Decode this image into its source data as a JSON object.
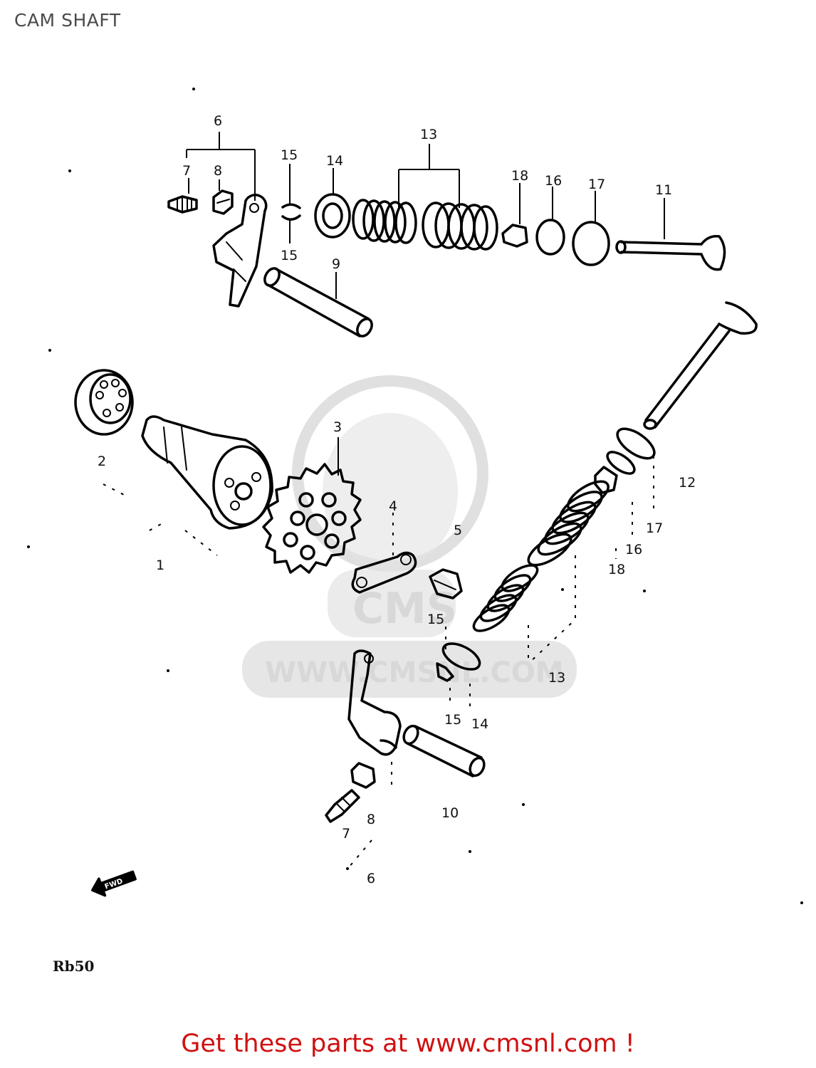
{
  "header": {
    "title": "CAM SHAFT"
  },
  "footer": {
    "text": "Get these parts at www.cmsnl.com !"
  },
  "watermark": {
    "text": "WWW.CMSNL.COM",
    "logo_text": "CMS"
  },
  "diagram": {
    "model_code": "Rb50",
    "direction_label": "FWD",
    "callouts": [
      "6",
      "7",
      "8",
      "15",
      "15",
      "14",
      "13",
      "18",
      "16",
      "17",
      "11",
      "9",
      "2",
      "3",
      "4",
      "5",
      "1",
      "12",
      "17",
      "16",
      "18",
      "15",
      "13",
      "15",
      "14",
      "10",
      "8",
      "7",
      "6"
    ]
  },
  "colors": {
    "footer": "#d01010",
    "title": "#4a4a4a",
    "watermark": "#e2e2e2"
  }
}
